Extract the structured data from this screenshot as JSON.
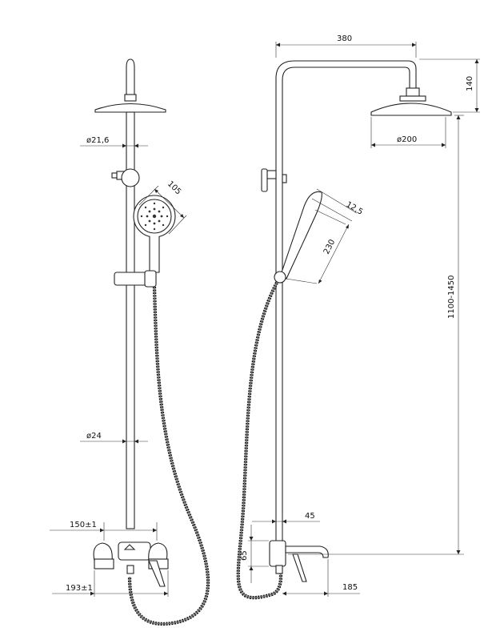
{
  "labels": {
    "front_top_pipe_diameter": "ø21,6",
    "front_hand_shower_diameter": "105",
    "front_riser_diameter": "ø24",
    "front_mixer_spacing": "150±1",
    "front_mixer_width": "193±1",
    "side_arm_length": "380",
    "side_head_height": "140",
    "side_head_diameter": "ø200",
    "side_hand_shower_thickness": "12,5",
    "side_hand_shower_length": "230",
    "side_total_height": "1100-1450",
    "side_wall_offset": "45",
    "side_mixer_height": "65",
    "side_spout_length": "185"
  }
}
